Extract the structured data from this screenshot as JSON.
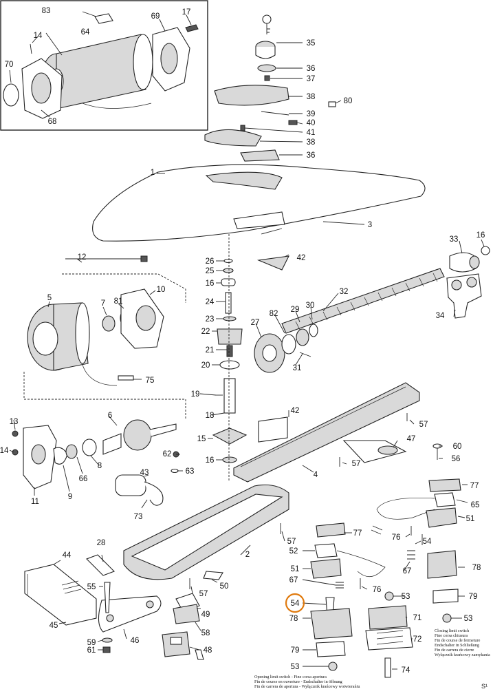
{
  "labels": {
    "p1": "1",
    "p2": "2",
    "p3": "3",
    "p4": "4",
    "p5": "5",
    "p6": "6",
    "p7": "7",
    "p8": "8",
    "p9": "9",
    "p10": "10",
    "p11": "11",
    "p12": "12",
    "p13": "13",
    "p14a": "14",
    "p14b": "14",
    "p15": "15",
    "p16a": "16",
    "p16b": "16",
    "p16c": "16",
    "p17": "17",
    "p18": "18",
    "p19": "19",
    "p20": "20",
    "p21": "21",
    "p22": "22",
    "p23": "23",
    "p24": "24",
    "p25": "25",
    "p26": "26",
    "p27": "27",
    "p28": "28",
    "p29": "29",
    "p30": "30",
    "p31": "31",
    "p32": "32",
    "p33": "33",
    "p34": "34",
    "p35": "35",
    "p36a": "36",
    "p36b": "36",
    "p37": "37",
    "p38a": "38",
    "p38b": "38",
    "p39": "39",
    "p40": "40",
    "p41": "41",
    "p42a": "42",
    "p42b": "42",
    "p43": "43",
    "p44": "44",
    "p45": "45",
    "p46": "46",
    "p47": "47",
    "p48": "48",
    "p49": "49",
    "p50": "50",
    "p51a": "51",
    "p51b": "51",
    "p52": "52",
    "p53a": "53",
    "p53b": "53",
    "p53c": "53",
    "p54a": "54",
    "p54b": "54",
    "p55": "55",
    "p56": "56",
    "p57a": "57",
    "p57b": "57",
    "p57c": "57",
    "p57d": "57",
    "p58": "58",
    "p59": "59",
    "p60": "60",
    "p61": "61",
    "p62": "62",
    "p63": "63",
    "p64": "64",
    "p65": "65",
    "p66": "66",
    "p67a": "67",
    "p67b": "67",
    "p68": "68",
    "p69": "69",
    "p70": "70",
    "p71": "71",
    "p72": "72",
    "p73": "73",
    "p74": "74",
    "p75": "75",
    "p76a": "76",
    "p76b": "76",
    "p77a": "77",
    "p77b": "77",
    "p78a": "78",
    "p78b": "78",
    "p79a": "79",
    "p79b": "79",
    "p80": "80",
    "p81": "81",
    "p82": "82",
    "p83": "83"
  },
  "notes": {
    "closing": [
      "Closing limit switch",
      "Fine corsa chiusura",
      "Fin de course de fermeture",
      "Endschalter in Schließung",
      "Fin de carrera de cierre",
      "Wyłącznik krańcowy zamykania"
    ],
    "opening": [
      "Opening limit switch - Fine corsa apertura",
      "Fin de course en ouverture - Endschalter in öffnung",
      "Fin de carrera de apertura - Wyłącznik krańcowy wotwierańiu"
    ],
    "signature": "S¹"
  },
  "highlight": {
    "label": "p54a",
    "color": "#e07b10"
  }
}
